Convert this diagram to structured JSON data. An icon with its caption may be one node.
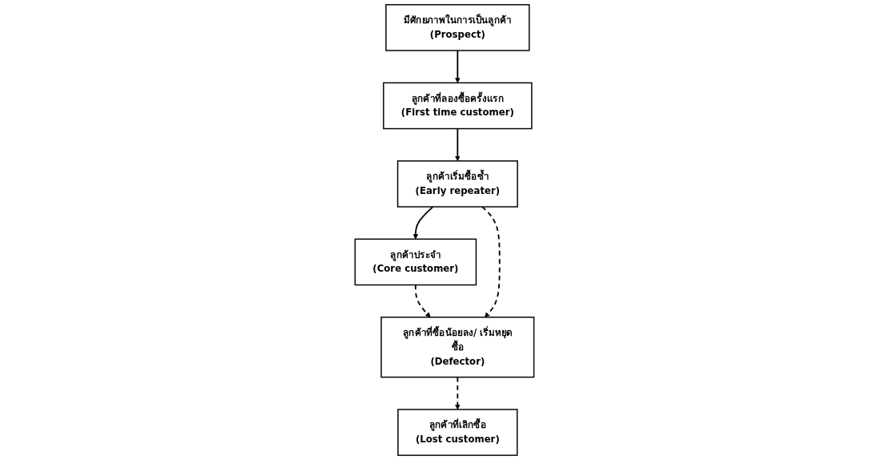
{
  "diagram": {
    "nodes": [
      {
        "text": [
          "ลูกค้าที่ลองซื้อครั้งแรก",
          "(First time customer)"
        ]
      },
      {
        "text": [
          "มีศักยภาพในการเป็นลูกค้า",
          "(Prospect)"
        ]
      },
      {
        "text": [
          "ลูกค้าประจำ",
          "(Core customer)"
        ]
      },
      {
        "text": [
          "ลูกค้าเริ่มซื้อซ้ำ",
          "(Early repeater)"
        ]
      },
      {
        "text": [
          "ลูกค้าที่เลิกซื้อ",
          "(Lost customer)"
        ]
      },
      {
        "text": [
          "ลูกค้าที่ซื้อน้อยลง/ เริ่มหยุดซื้อ",
          "(Defector)"
        ]
      }
    ],
    "edges": [
      {
        "from": 1,
        "to": 0,
        "arrow": "to"
      },
      {
        "from": 0,
        "to": 3,
        "arrow": "to"
      },
      {
        "from": 3,
        "to": 2,
        "arrow": "to"
      },
      {
        "from": 2,
        "to": 5,
        "arrow": "to",
        "style": "dashed"
      },
      {
        "from": 3,
        "to": 5,
        "arrow": "to",
        "style": "dashed"
      },
      {
        "from": 5,
        "to": 4,
        "arrow": "to",
        "style": "dashed"
      }
    ]
  }
}
